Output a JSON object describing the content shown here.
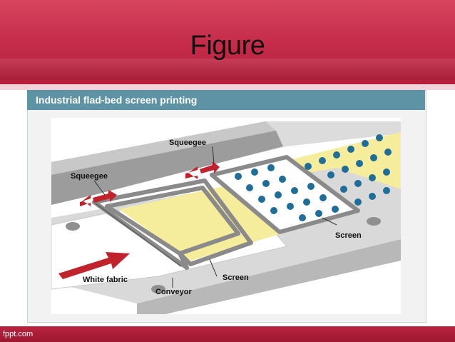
{
  "slide": {
    "title": "Figure",
    "footer_text": "fppt.com"
  },
  "figure": {
    "caption": "Industrial flad-bed screen printing",
    "labels": {
      "squeegee_top": "Squeegee",
      "squeegee_left": "Squeegee",
      "screen_right": "Screen",
      "screen_front": "Screen",
      "white_fabric": "White fabric",
      "conveyor": "Conveyor"
    },
    "colors": {
      "header": "#c62e4b",
      "caption_bar": "#5e93a5",
      "print_yellow": "#f5ec9c",
      "dot_blue": "#1f6d99",
      "arrow_red": "#c0232b"
    }
  }
}
